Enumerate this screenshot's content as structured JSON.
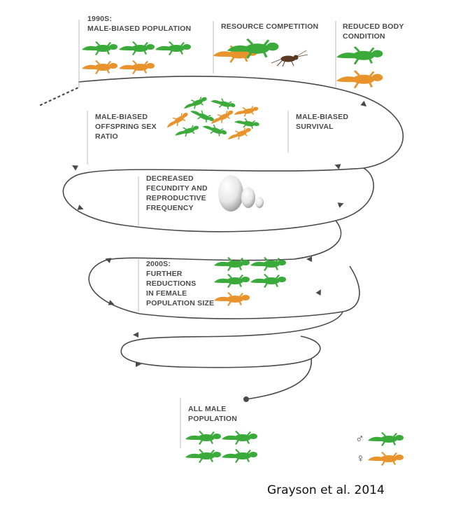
{
  "stages": {
    "s1990": "1990s:\nMALE-BIASED POPULATION",
    "resource": "RESOURCE COMPETITION",
    "body": "REDUCED BODY\nCONDITION",
    "offspring": "MALE-BIASED\nOFFSPRING SEX\nRATIO",
    "survival": "MALE-BIASED\nSURVIVAL",
    "fecundity": "DECREASED\nFECUNDITY AND\nREPRODUCTIVE\nFREQUENCY",
    "s2000": "2000s:\nFURTHER\nREDUCTIONS\nIN FEMALE\nPOPULATION SIZE",
    "allmale": "ALL MALE\nPOPULATION"
  },
  "legend": {
    "male_symbol": "♂",
    "female_symbol": "♀"
  },
  "citation": "Grayson et al. 2014",
  "colors": {
    "male": "#3aaa3a",
    "female": "#e8932b",
    "line": "#4a4a4a",
    "text": "#4a4a4a"
  },
  "icons": {
    "male": "green-tuatara-icon",
    "female": "orange-tuatara-icon",
    "egg": "egg-icon",
    "cricket": "cricket-icon"
  }
}
